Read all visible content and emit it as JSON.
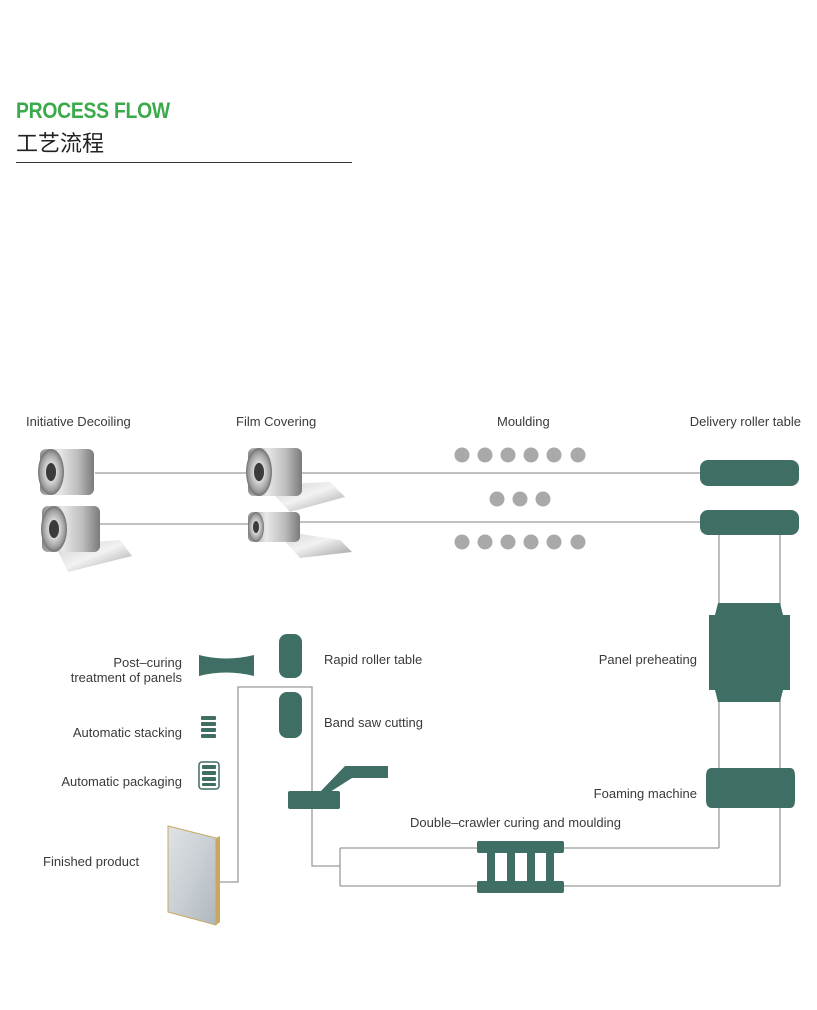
{
  "header": {
    "title": "PROCESS FLOW",
    "subtitle": "工艺流程"
  },
  "labels": {
    "initiative_decoiling": "Initiative Decoiling",
    "film_covering": "Film Covering",
    "moulding": "Moulding",
    "delivery_roller_table": "Delivery roller table",
    "post_curing_line1": "Post–curing",
    "post_curing_line2": "treatment of panels",
    "rapid_roller_table": "Rapid roller table",
    "panel_preheating": "Panel preheating",
    "automatic_stacking": "Automatic stacking",
    "band_saw_cutting": "Band saw cutting",
    "automatic_packaging": "Automatic packaging",
    "foaming_machine": "Foaming machine",
    "double_crawler": "Double–crawler curing and moulding",
    "finished_product": "Finished product"
  },
  "colors": {
    "accent_green": "#3aaa4a",
    "machine_teal": "#3f6e64",
    "roller_grey": "#a9a9a9",
    "line_grey": "#9a9a9a"
  }
}
